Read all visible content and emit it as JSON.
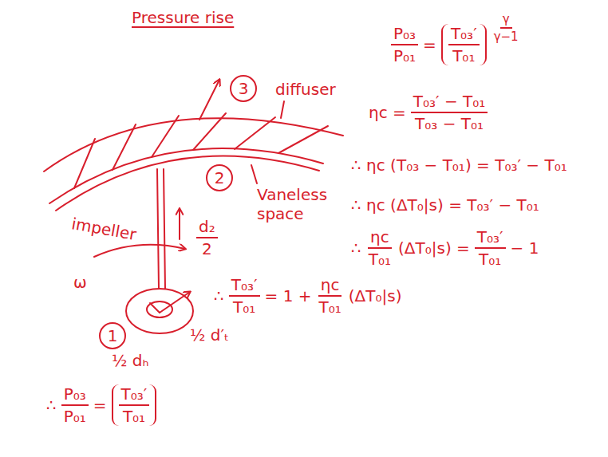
{
  "diagram": {
    "title": "Pressure rise",
    "nodes": [
      {
        "text": [
          "3"
        ]
      },
      {
        "text": [
          "2"
        ]
      },
      {
        "text": [
          "1"
        ]
      }
    ],
    "labels": [
      "diffuser",
      "Vaneless space",
      "impeller",
      "ω",
      "d₂",
      "2",
      "½ d′ₜ",
      "½ dₕ",
      "P₀₃",
      "P₀₁",
      "=",
      "T₀₃′",
      "T₀₁",
      "γ",
      "γ−1",
      "ηc =",
      "T₀₃′ − T₀₁",
      "T₀₃ − T₀₁",
      "∴ ηc (T₀₃ − T₀₁) = T₀₃′ − T₀₁",
      "∴ ηc (ΔT₀|s) = T₀₃′ − T₀₁",
      "∴",
      "ηc",
      "T₀₁",
      "(ΔT₀|s) =",
      "T₀₃′",
      "T₀₁",
      "− 1",
      "∴",
      "T₀₃′",
      "T₀₁",
      "= 1 +",
      "ηc",
      "T₀₁",
      "(ΔT₀|s)",
      "∴",
      "P₀₃",
      "P₀₁",
      "=",
      "T₀₃′",
      "T₀₁"
    ]
  }
}
